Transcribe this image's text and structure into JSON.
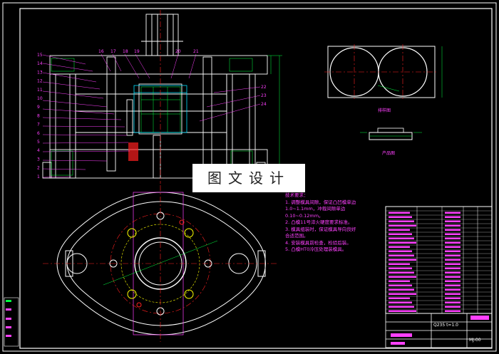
{
  "watermark": {
    "text": "图文设计"
  },
  "technical_requirements": {
    "heading": "技术要求：",
    "items": [
      "1. 调整模具间隙，保证凸凹模单边",
      "1.0~1.1mm，冲裁间隙单边",
      "0.10~0.12mm。",
      "2. 凸模11号淬火硬度要求标准。",
      "3. 模具组装时，保证模具导向良好",
      "合适范围。",
      "4. 安装模具前检查，检验后装。",
      "5. 凸模HT0冷压处理装模具。"
    ]
  },
  "views": {
    "blank_label": "排样图",
    "part_label": "产品图"
  },
  "title_block": {
    "material": "Q235 t=1.0",
    "drawing_code": "MJ-00"
  },
  "callouts_left": [
    "15",
    "14",
    "13",
    "12",
    "11",
    "10",
    "9",
    "8",
    "7",
    "6",
    "5",
    "4",
    "3",
    "2",
    "1"
  ],
  "callouts_top": [
    "16",
    "17",
    "18",
    "19",
    "20",
    "21"
  ],
  "callouts_right": [
    "22",
    "23",
    "24"
  ],
  "colors": {
    "background": "#000000",
    "line": "#ffffff",
    "centerline": "#ff2020",
    "hatch": "#00ff40",
    "accent": "#ff40ff",
    "cyan": "#00e0ff",
    "yellow": "#ffff00"
  }
}
